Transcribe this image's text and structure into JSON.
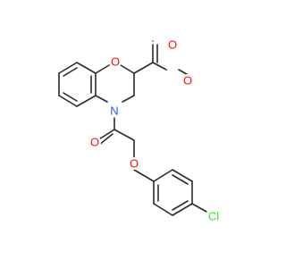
{
  "atoms": {
    "ring_o": {
      "label": "O",
      "color": "#ff0d0d"
    },
    "carbonyl_o_ester": {
      "label": "O",
      "color": "#ff0d0d"
    },
    "ester_o": {
      "label": "O",
      "color": "#ff0d0d"
    },
    "nitrogen": {
      "label": "N",
      "color": "#3050f8"
    },
    "amide_o": {
      "label": "O",
      "color": "#ff0d0d"
    },
    "ether_o": {
      "label": "O",
      "color": "#ff0d0d"
    },
    "chlorine": {
      "label": "Cl",
      "color": "#1ff01f"
    }
  },
  "bond_color": "#2b2b2b"
}
